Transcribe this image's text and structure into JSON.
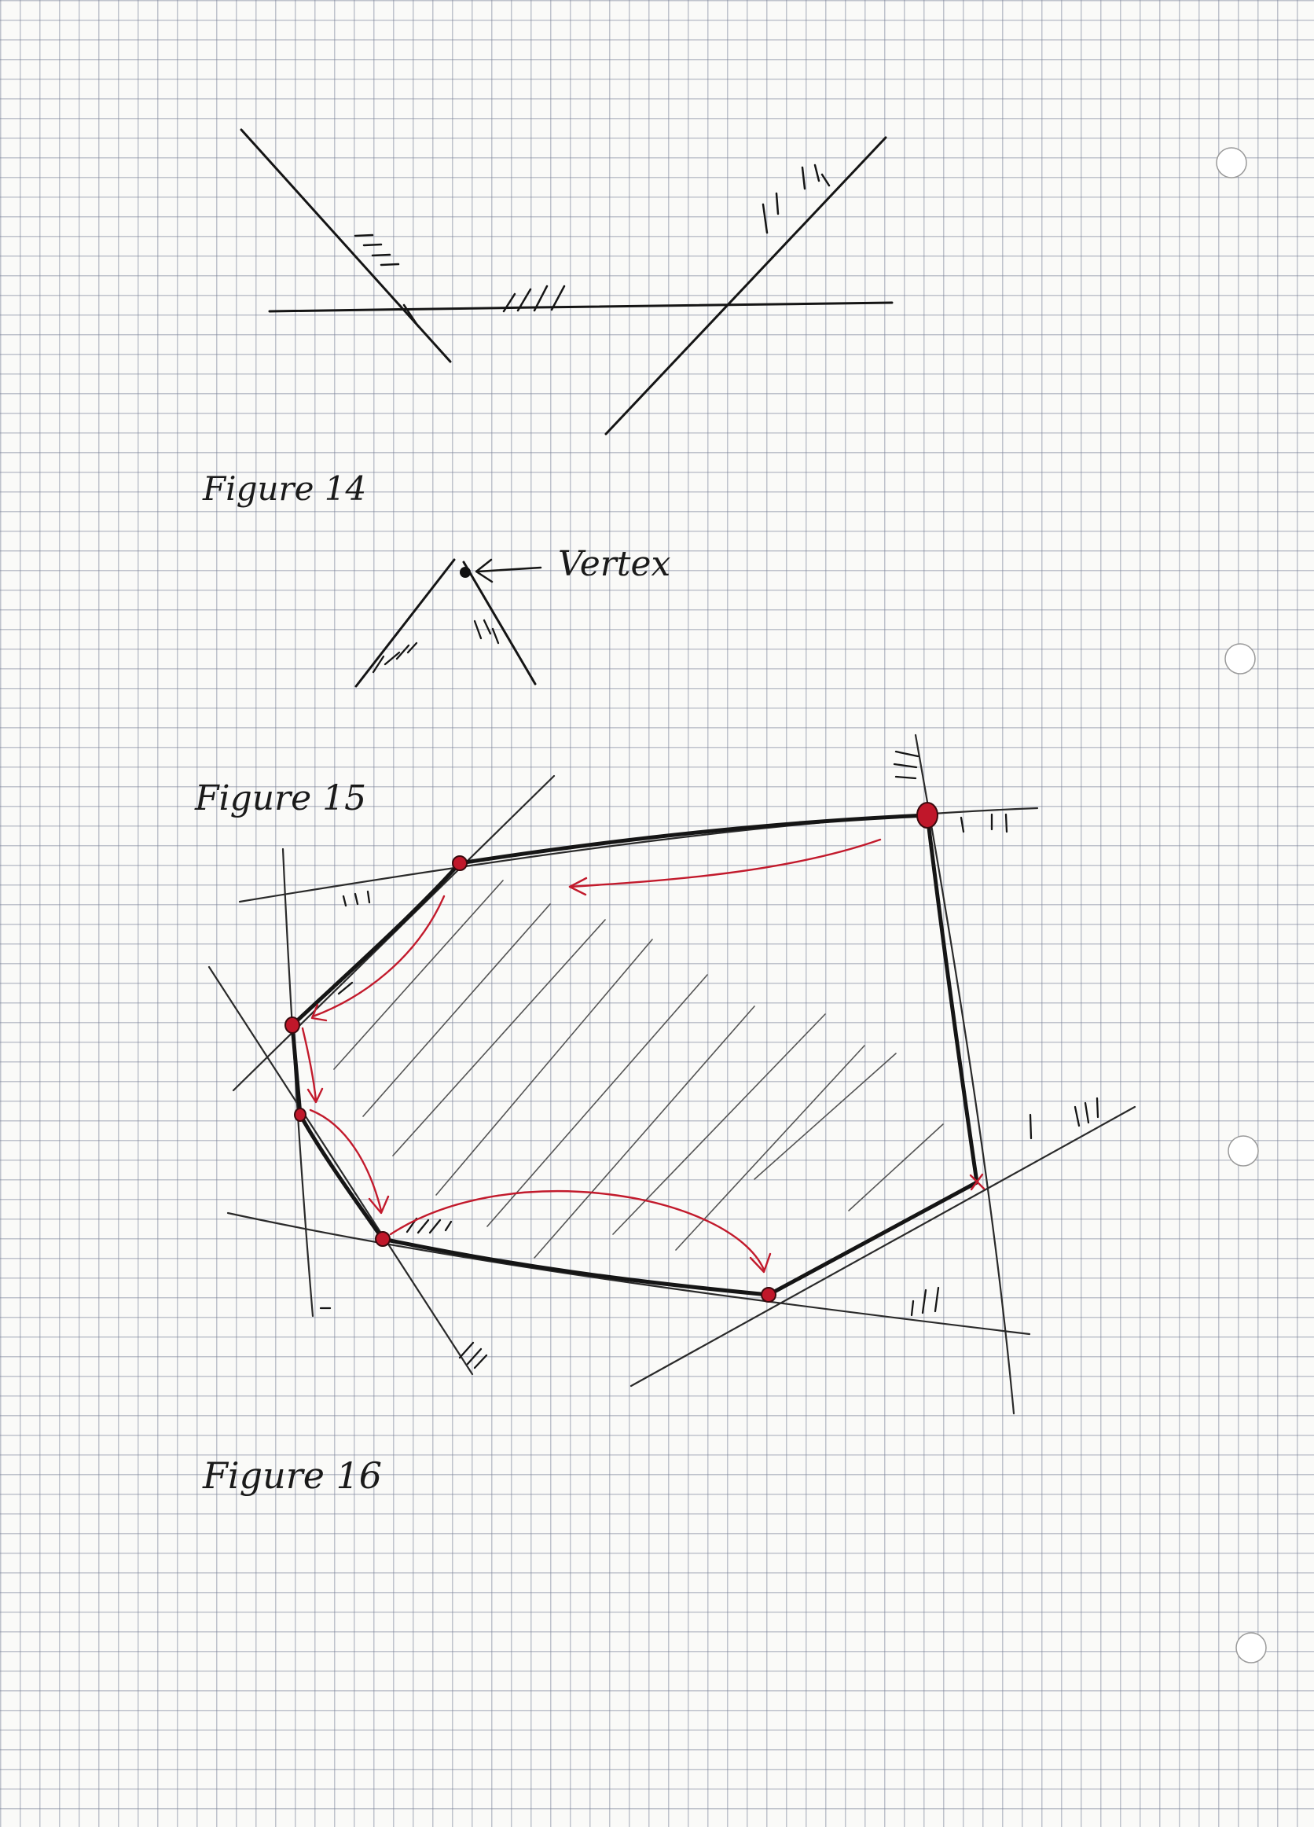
{
  "figures": {
    "figure14": {
      "caption": "Figure 14"
    },
    "figure15": {
      "caption": "Figure 15",
      "vertex_label": "Vertex"
    },
    "figure16": {
      "caption": "Figure 16"
    }
  },
  "colors": {
    "ink": "#151515",
    "feasible_vertex": "#c0172a",
    "path_arrows": "#c21a2c",
    "grid_lines": "#7880a0",
    "paper": "#fafaf8"
  },
  "icons": {
    "binder_hole": "circle-hole-icon",
    "arrow": "arrow-left-icon"
  }
}
